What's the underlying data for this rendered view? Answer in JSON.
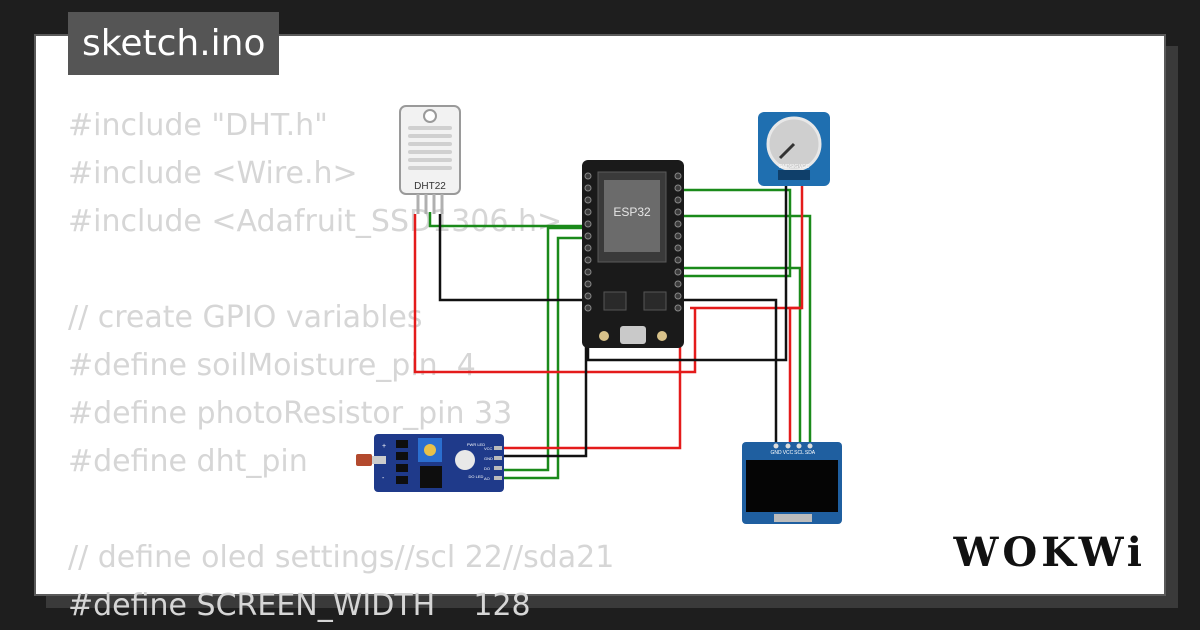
{
  "file": {
    "name": "sketch.ino"
  },
  "code_lines": [
    "#include \"DHT.h\"",
    "#include <Wire.h>",
    "#include <Adafruit_SSD1306.h>",
    "",
    "// create GPIO variables",
    "#define soilMoisture_pin  4",
    "#define photoResistor_pin 33",
    "#define dht_pin",
    "",
    "// define oled settings//scl 22//sda21",
    "#define SCREEN_WIDTH    128"
  ],
  "components": {
    "dht22": {
      "label": "DHT22"
    },
    "esp32": {
      "label": "ESP32"
    },
    "pot": {
      "pins": [
        "GND",
        "SIG",
        "VCC"
      ]
    },
    "oled": {
      "pins": [
        "GND",
        "VCC",
        "SCL",
        "SDA"
      ]
    },
    "ldr": {
      "left_labels": [
        "+",
        "-"
      ],
      "led_labels": [
        "PWR LED",
        "DO LED"
      ],
      "pin_labels": [
        "VCC",
        "GND",
        "DO",
        "AO"
      ]
    }
  },
  "brand": {
    "logo": "WOKWi"
  },
  "colors": {
    "wire_red": "#e41b1b",
    "wire_black": "#111111",
    "wire_green": "#1a8a1a",
    "board": "#1f3a8a"
  }
}
